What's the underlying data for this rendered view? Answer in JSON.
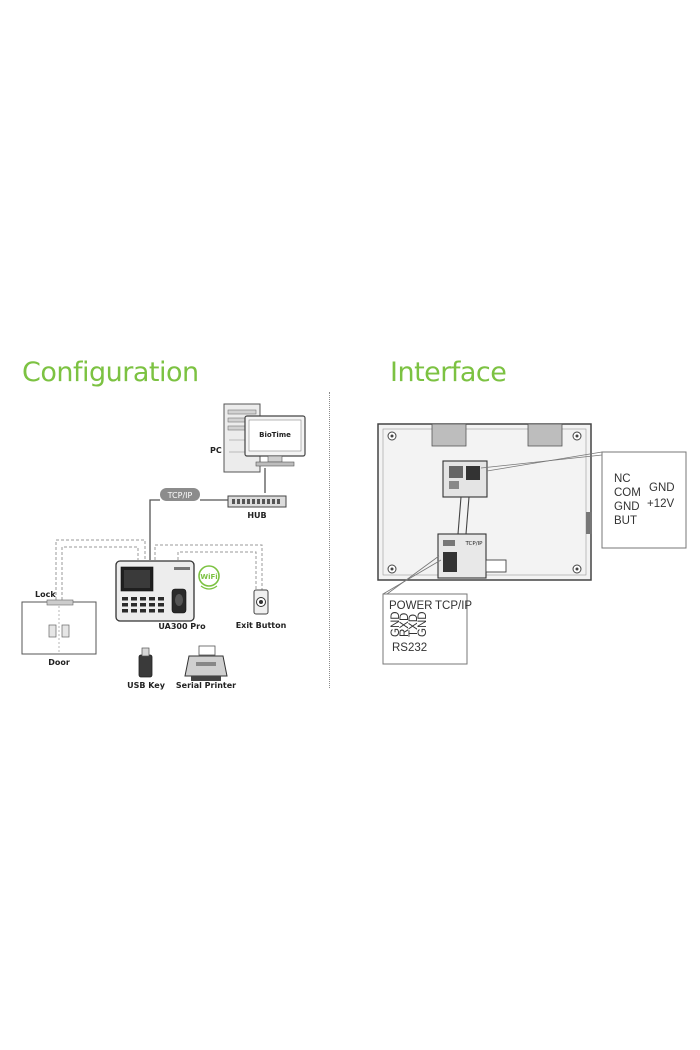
{
  "titles": {
    "configuration": "Configuration",
    "interface": "Interface"
  },
  "configuration": {
    "pc_label": "PC",
    "monitor_text": "BioTime",
    "network_label": "TCP/IP",
    "hub_label": "HUB",
    "lock_label": "Lock",
    "door_label": "Door",
    "device_label": "UA300 Pro",
    "wifi_badge": "WiFi",
    "exit_button_label": "Exit Button",
    "usb_key_label": "USB Key",
    "printer_label": "Serial Printer"
  },
  "interface": {
    "port_label": "TCP/IP",
    "right_box": {
      "col1": [
        "NC",
        "COM",
        "GND",
        "BUT"
      ],
      "col2": [
        "GND",
        "+12V"
      ]
    },
    "bottom_box": {
      "power": "POWER",
      "tcpip": "TCP/IP",
      "pins": [
        "GND",
        "RXD",
        "TXD",
        "GND"
      ],
      "rs232": "RS232"
    }
  },
  "colors": {
    "title_green": "#7cc242",
    "line_gray": "#8a8a8a",
    "tcpip_pill": "#8c8c8c"
  }
}
